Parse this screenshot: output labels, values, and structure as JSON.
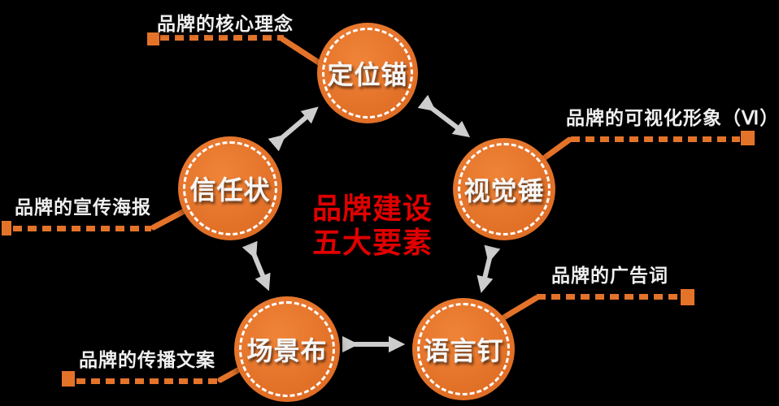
{
  "center": {
    "line1": "品牌建设",
    "line2": "五大要素"
  },
  "nodes": {
    "anchor": {
      "label": "定位锚"
    },
    "trust": {
      "label": "信任状"
    },
    "visual": {
      "label": "视觉锤"
    },
    "scene": {
      "label": "场景布"
    },
    "language": {
      "label": "语言钉"
    }
  },
  "annotations": {
    "core_idea": {
      "label": "品牌的核心理念",
      "points_to": "定位锚"
    },
    "vi": {
      "label": "品牌的可视化形象（Ⅵ）",
      "points_to": "视觉锤"
    },
    "slogan": {
      "label": "品牌的广告词",
      "points_to": "语言钉"
    },
    "copywriting": {
      "label": "品牌的传播文案",
      "points_to": "场景布"
    },
    "poster": {
      "label": "品牌的宣传海报",
      "points_to": "信任状"
    }
  },
  "colors": {
    "circle_orange": "#e4732a",
    "title_red": "#e00000",
    "arrow_gray": "#cdcdcd",
    "label_text": "#f0f0f0",
    "background": "#000000",
    "ring_dash": "#ffffff"
  }
}
